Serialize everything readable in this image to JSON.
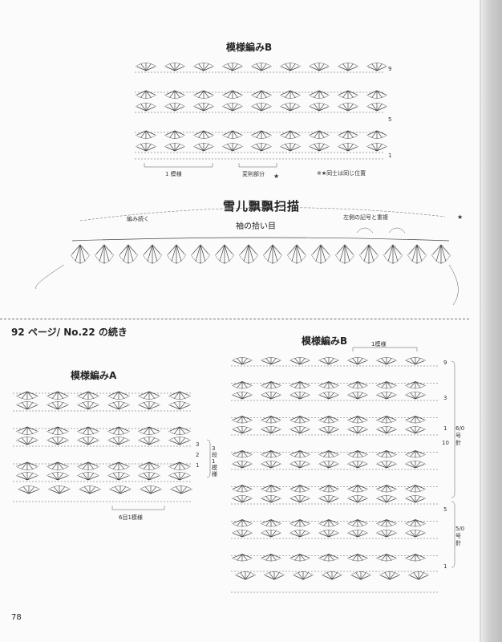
{
  "top_chart": {
    "title": "模様編みB",
    "repeat_label": "1 模様",
    "adjust_label": "変則部分",
    "note": "※★同士は同じ位置",
    "row_numbers": [
      "9",
      "5",
      "1"
    ]
  },
  "sleeve": {
    "watermark": "雪儿飘飘扫描",
    "label": "袖の拾い目",
    "continue_label": "編み続く",
    "symbol_note": "左側の記号と重複"
  },
  "section_ref": "92 ページ/ No.22 の続き",
  "chart_a": {
    "title": "模様編みA",
    "repeat_label": "6目1模様",
    "row_numbers": [
      "3",
      "2",
      "1"
    ],
    "row_repeat_label": "3段1模様"
  },
  "chart_b": {
    "title": "模様編みB",
    "repeat_label": "1模様",
    "row_numbers": [
      "9",
      "3",
      "1",
      "10",
      "5",
      "1"
    ],
    "side_upper": "6/0号針",
    "side_lower": "5/0号針"
  },
  "page_number": "78"
}
